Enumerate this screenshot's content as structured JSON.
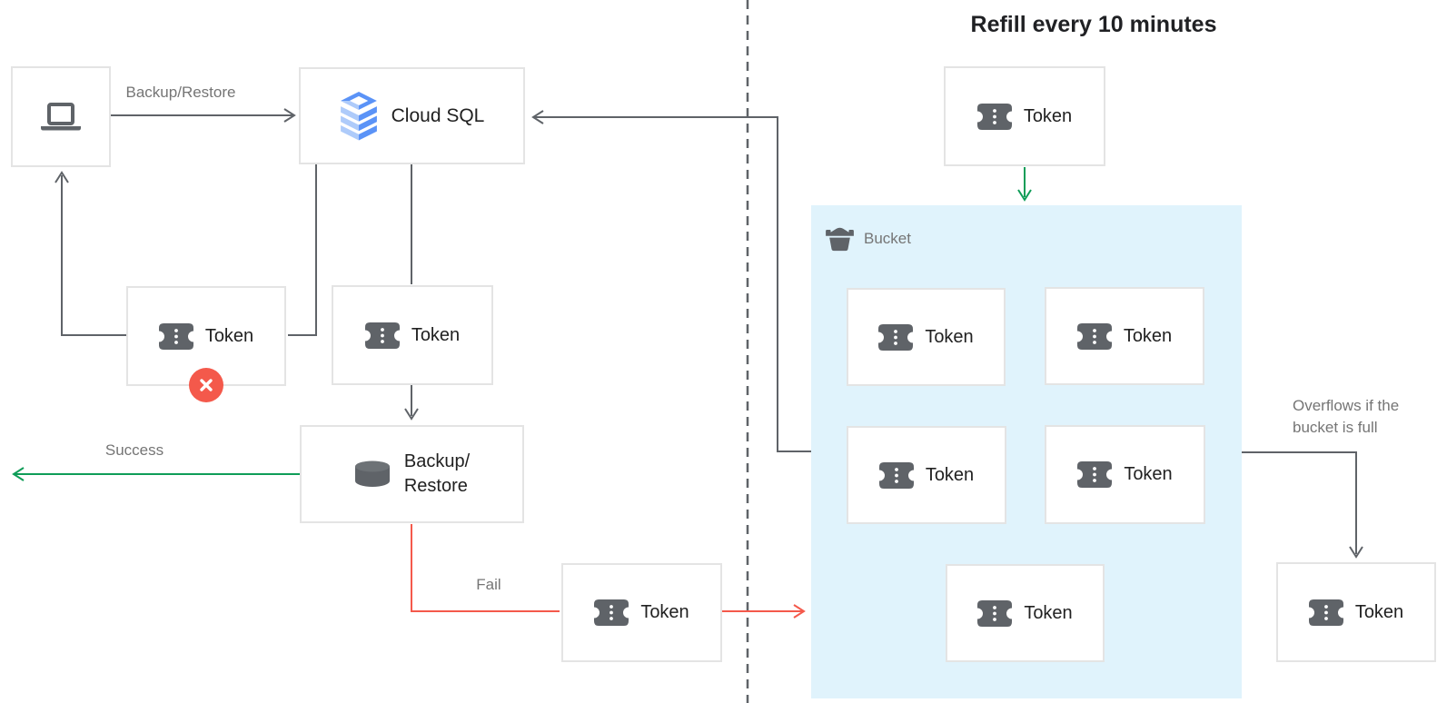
{
  "title": "Refill every 10 minutes",
  "nodes": {
    "client": {
      "icon": "laptop-icon"
    },
    "cloud_sql": {
      "label": "Cloud SQL",
      "icon": "cloud-sql-icon"
    },
    "token_rejected": {
      "label": "Token",
      "status_icon": "error-x-icon"
    },
    "token_inflight": {
      "label": "Token"
    },
    "backup_restore": {
      "label_line1": "Backup/",
      "label_line2": "Restore",
      "icon": "database-icon"
    },
    "token_failed": {
      "label": "Token"
    },
    "token_refill": {
      "label": "Token"
    },
    "token_overflow": {
      "label": "Token"
    }
  },
  "bucket": {
    "label": "Bucket",
    "icon": "bucket-icon",
    "tokens": [
      "Token",
      "Token",
      "Token",
      "Token",
      "Token"
    ]
  },
  "edges": {
    "backup_restore": "Backup/Restore",
    "success": "Success",
    "fail": "Fail",
    "overflow_line1": "Overflows if the",
    "overflow_line2": "bucket is full"
  },
  "colors": {
    "green": "#0f9d58",
    "red": "#f4594b",
    "gray_line": "#5f6368",
    "icon_gray": "#5f6368",
    "bucket_fill": "#e0f3fc",
    "cloud_sql_blue": "#5b93f7",
    "cloud_sql_blue_light": "#aecbfa"
  }
}
